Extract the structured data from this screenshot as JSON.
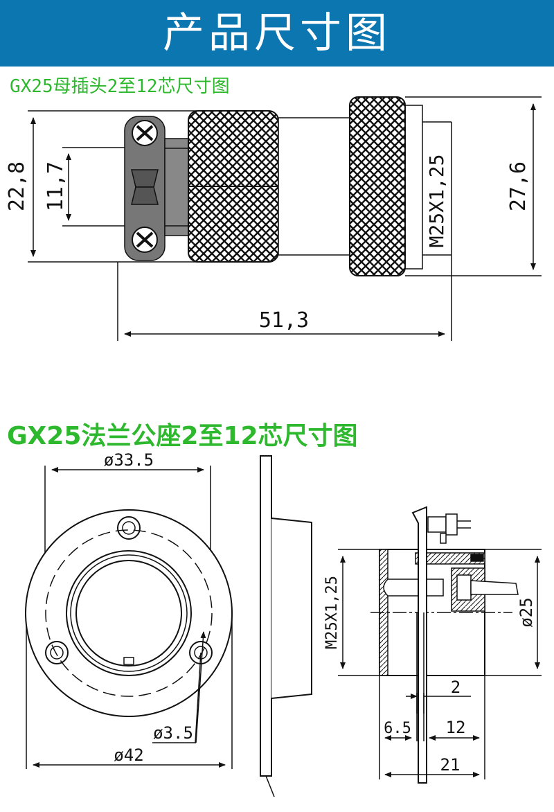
{
  "banner": {
    "title": "产品尺寸图",
    "bg_color": "#0c76b0"
  },
  "section1": {
    "title": "GX25母插头2至12芯尺寸图",
    "dims": {
      "d1": "22,8",
      "d2": "11,7",
      "d3": "27,6",
      "d4": "51,3",
      "thread": "M25X1,25"
    }
  },
  "section2": {
    "title": "GX25法兰公座2至12芯尺寸图",
    "dims": {
      "d_flange_hole": "ø33.5",
      "d_hole": "ø3.5",
      "d_flange": "ø42",
      "thread": "M25X1,25",
      "d_body": "ø25",
      "w2": "2",
      "w65": "6.5",
      "w12": "12",
      "w21": "21"
    }
  },
  "colors": {
    "title_green": "#2eb82e",
    "line": "#111111"
  }
}
